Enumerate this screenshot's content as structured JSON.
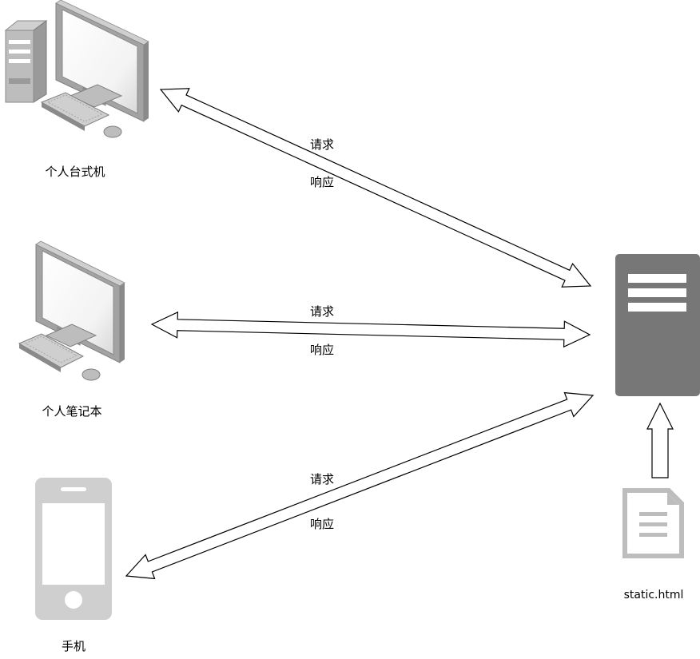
{
  "nodes": {
    "desktop": {
      "label": "个人台式机"
    },
    "laptop": {
      "label": "个人笔记本"
    },
    "phone": {
      "label": "手机"
    },
    "file": {
      "label": "static.html"
    }
  },
  "links": [
    {
      "from": "desktop",
      "to": "server",
      "request": "请求",
      "response": "响应"
    },
    {
      "from": "laptop",
      "to": "server",
      "request": "请求",
      "response": "响应"
    },
    {
      "from": "phone",
      "to": "server",
      "request": "请求",
      "response": "响应"
    }
  ],
  "colors": {
    "server_body": "#777777",
    "server_bar": "#ffffff",
    "device_frame": "#a0a0a0",
    "device_screen": "#ffffff",
    "phone_body": "#cfcfcf",
    "file_icon": "#bdbdbd",
    "arrow_stroke": "#000000"
  },
  "icons": {
    "desktop": "desktop-computer-icon",
    "laptop": "monitor-keyboard-icon",
    "phone": "smartphone-icon",
    "server": "server-icon",
    "file": "document-icon"
  }
}
